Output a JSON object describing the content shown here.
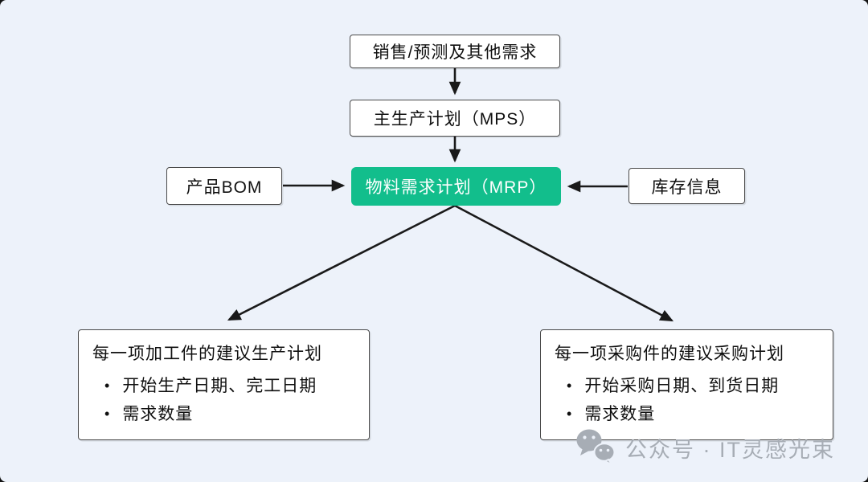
{
  "diagram": {
    "nodes": {
      "demand": {
        "label": "销售/预测及其他需求"
      },
      "mps": {
        "label": "主生产计划（MPS）"
      },
      "mrp": {
        "label": "物料需求计划（MRP）"
      },
      "bom": {
        "label": "产品BOM"
      },
      "inventory": {
        "label": "库存信息"
      },
      "production_plan": {
        "title": "每一项加工件的建议生产计划",
        "bullets": [
          "开始生产日期、完工日期",
          "需求数量"
        ]
      },
      "purchase_plan": {
        "title": "每一项采购件的建议采购计划",
        "bullets": [
          "开始采购日期、到货日期",
          "需求数量"
        ]
      }
    },
    "edges": [
      {
        "from": "demand",
        "to": "mps"
      },
      {
        "from": "mps",
        "to": "mrp"
      },
      {
        "from": "bom",
        "to": "mrp"
      },
      {
        "from": "inventory",
        "to": "mrp"
      },
      {
        "from": "mrp",
        "to": "production_plan"
      },
      {
        "from": "mrp",
        "to": "purchase_plan"
      }
    ],
    "colors": {
      "background": "#EDF2FA",
      "node_fill": "#FFFFFF",
      "node_border": "#4A4A4A",
      "accent_green": "#12BE8C",
      "arrow": "#1A1A1A",
      "watermark_gray": "#A7ADB5"
    }
  },
  "watermark": {
    "icon": "wechat-icon",
    "text": "公众号 · IT灵感光束"
  }
}
